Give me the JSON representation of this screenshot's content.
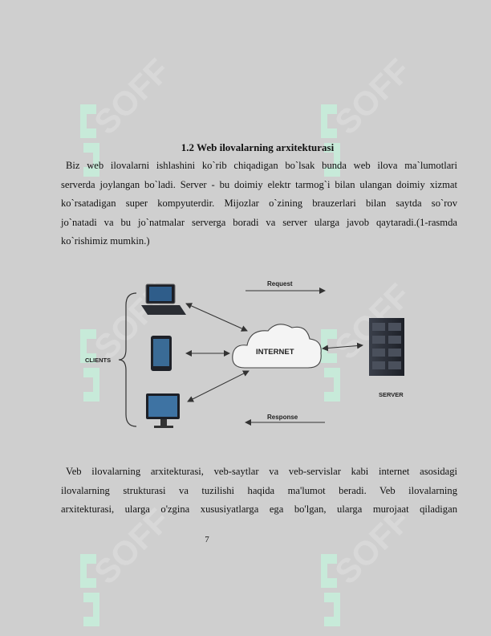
{
  "watermark": {
    "text": "SOFF",
    "color": "#e8e8e8",
    "accent": "#c8f0dc"
  },
  "document": {
    "heading": "1.2 Web ilovalarning arxitekturasi",
    "paragraph1": [
      "Biz web ilovalarni ishlashini ko`rib chiqadigan bo`lsak bunda web ilova ma`lumotlari",
      "serverda joylangan bo`ladi. Server - bu doimiy elektr tarmog`i bilan ulangan doimiy xizmat",
      "ko`rsatadigan super kompyuterdir. Mijozlar o`zining brauzerlari bilan saytda so`rov",
      "jo`natadi va bu jo`natmalar serverga boradi va server ularga javob qaytaradi.(1-rasmda",
      "ko`rishimiz mumkin.)"
    ],
    "paragraph2": [
      "Veb ilovalarning arxitekturasi, veb-saytlar va veb-servislar kabi internet asosidagi",
      "ilovalarning strukturasi va tuzilishi haqida ma'lumot beradi. Veb ilovalarning",
      "arxitekturasi, ularga o'zgina xususiyatlarga ega bo'lgan, ularga murojaat qiladigan"
    ],
    "page_number": "7"
  },
  "diagram": {
    "clients_label": "CLIENTS",
    "internet_label": "INTERNET",
    "server_label": "SERVER",
    "request_label": "Request",
    "response_label": "Response"
  }
}
